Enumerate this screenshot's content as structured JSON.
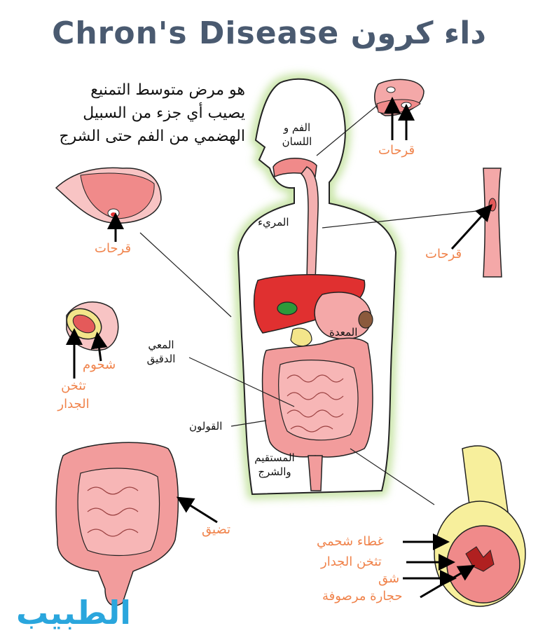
{
  "title": "Chron's Disease داء كرون",
  "description": [
    "هو مرض متوسط التمنيع",
    "يصيب أي جزء من السبيل",
    "الهضمي من الفم حتى الشرج"
  ],
  "labels": {
    "mouth": [
      "الفم و",
      "اللسان"
    ],
    "esophagus": "المريء",
    "stomach": "المعدة",
    "small_intestine": [
      "المعي",
      "الدقيق"
    ],
    "colon": "القولون",
    "rectum": [
      "المستقيم",
      "والشرج"
    ]
  },
  "callouts": {
    "ulcers_mouth": "قرحات",
    "ulcers_stomach": "قرحات",
    "ulcers_esophagus": "قرحات",
    "fissures": "شحوم",
    "wall_thickening": [
      "تثخن",
      "الجدار"
    ],
    "stricture": "تضيق",
    "fat_wrapping": "غطاء شحمي",
    "wall_thickening_2": "تثخن الجدار",
    "fissure": "شق",
    "cobblestone": "حجارة مرصوفة"
  },
  "logo_text": "الطبيب",
  "colors": {
    "title": "#4a5a70",
    "accent": "#f0834b",
    "tissue": "#f08a8a",
    "tissue_dark": "#e45a5a",
    "liver": "#e03030",
    "glow": "#c8e6a0",
    "fat": "#f7ef9c",
    "logo": "#2aa6dd"
  }
}
